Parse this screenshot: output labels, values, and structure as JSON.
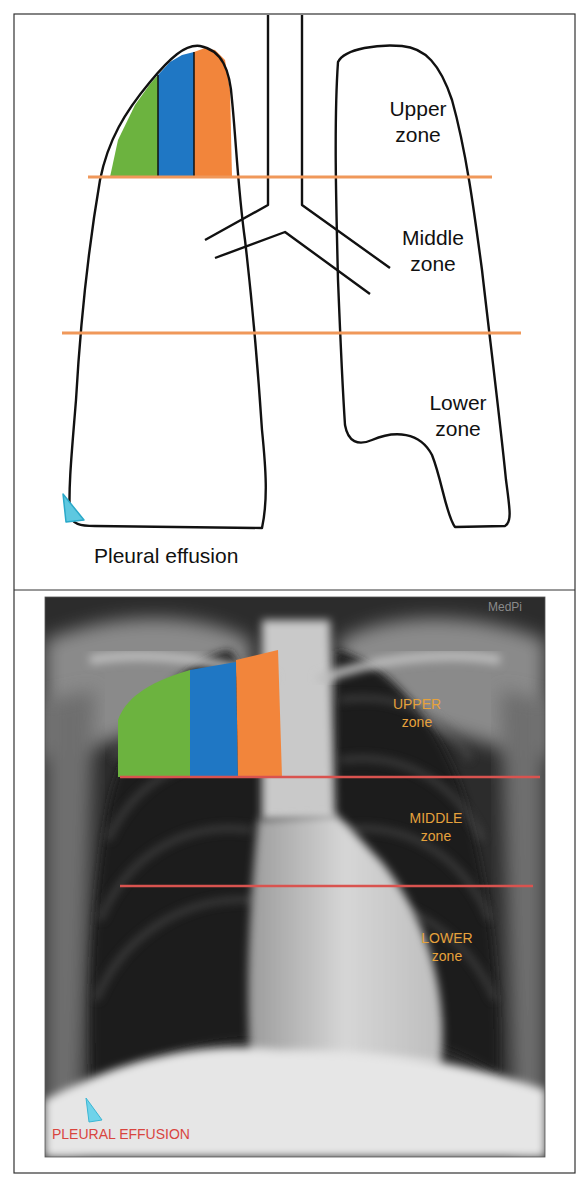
{
  "diagram": {
    "labels": [
      "Upper zone",
      "Middle zone",
      "Lower zone",
      "Pleural effusion",
      "MedPi",
      "UPPER zone",
      "MIDDLE zone",
      "LOWER zone",
      "PLEURAL EFFUSION"
    ]
  }
}
